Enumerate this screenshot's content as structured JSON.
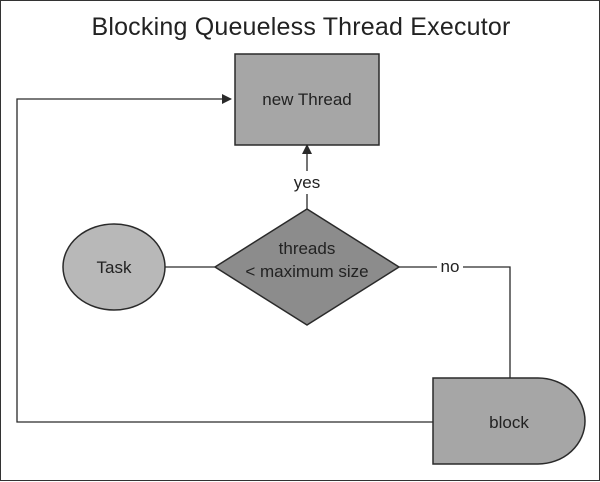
{
  "title": "Blocking Queueless Thread Executor",
  "colors": {
    "line": "#2a2a2a",
    "rect_fill": "#a6a6a6",
    "diamond_fill": "#8c8c8c",
    "task_fill": "#b8b8b8",
    "block_fill": "#a6a6a6",
    "text": "#222222"
  },
  "nodes": {
    "new_thread": "new Thread",
    "task": "Task",
    "decision_line1": "threads",
    "decision_line2": "< maximum size",
    "block": "block"
  },
  "edges": {
    "yes_label": "yes",
    "no_label": "no"
  }
}
